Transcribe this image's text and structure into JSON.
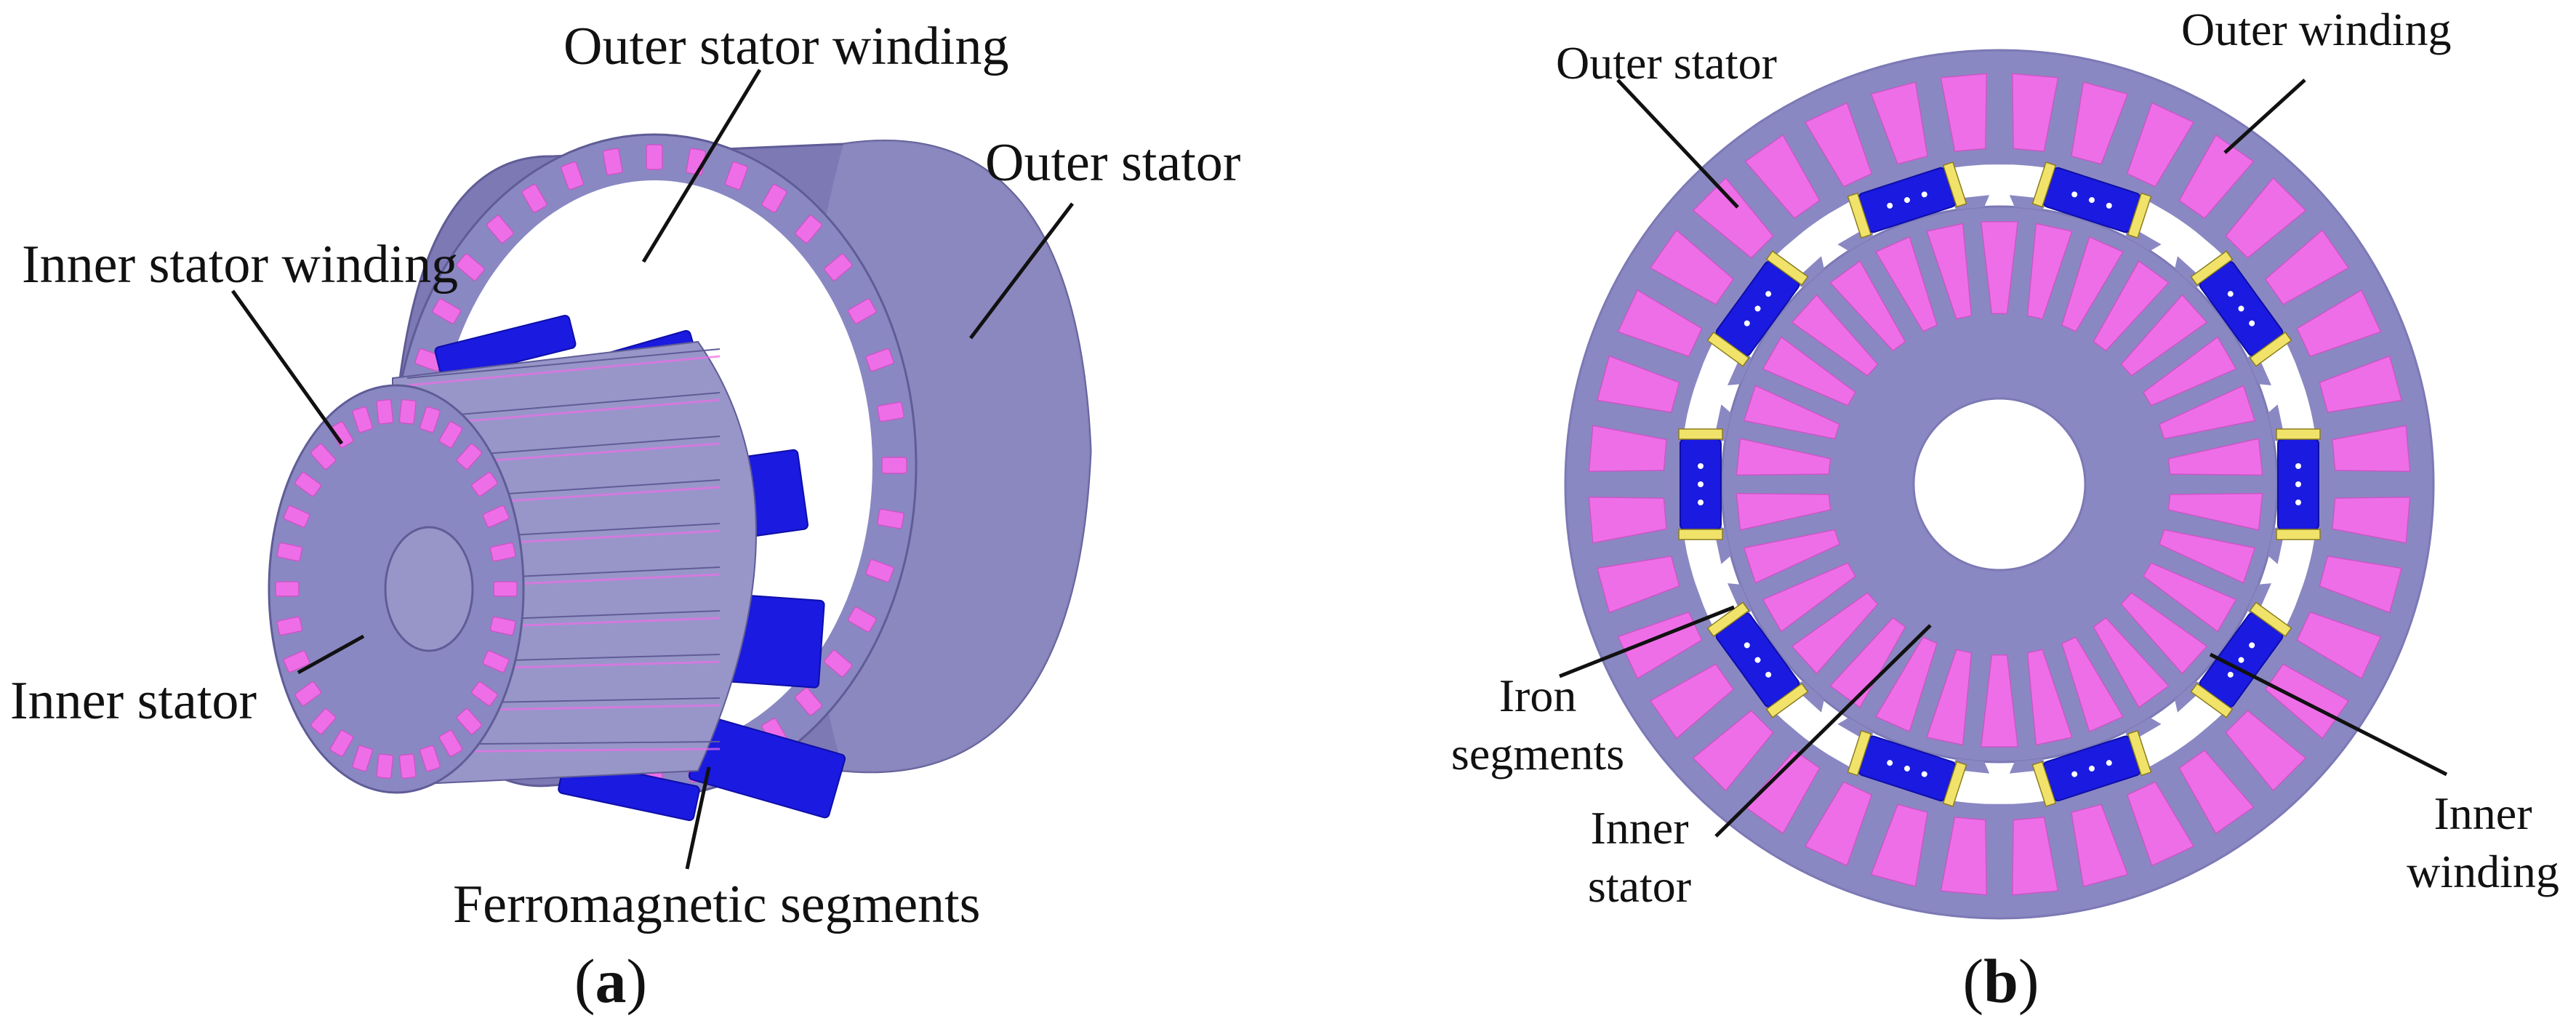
{
  "colors": {
    "stator": "#8a88c2",
    "stator_dark": "#7c79b5",
    "stator_side": "#9896c9",
    "winding": "#ee6ee8",
    "winding_dark": "#c957c6",
    "segment": "#1a1ae0",
    "segment_dark": "#0e0ea8",
    "segment_tab": "#f1e36a",
    "background": "#ffffff"
  },
  "icons": [
    "coaxial-machine-3d-view",
    "machine-cross-section"
  ],
  "panel_a": {
    "caption_letter": "a",
    "labels": {
      "outer_stator_winding": "Outer stator winding",
      "outer_stator": "Outer stator",
      "inner_stator_winding": "Inner stator winding",
      "inner_stator": "Inner stator",
      "ferromagnetic_segments": "Ferromagnetic segments"
    }
  },
  "panel_b": {
    "caption_letter": "b",
    "labels": {
      "outer_stator": "Outer stator",
      "outer_winding": "Outer winding",
      "iron_segments_line1": "Iron",
      "iron_segments_line2": "segments",
      "inner_stator_line1": "Inner",
      "inner_stator_line2": "stator",
      "inner_winding_line1": "Inner",
      "inner_winding_line2": "winding"
    }
  }
}
